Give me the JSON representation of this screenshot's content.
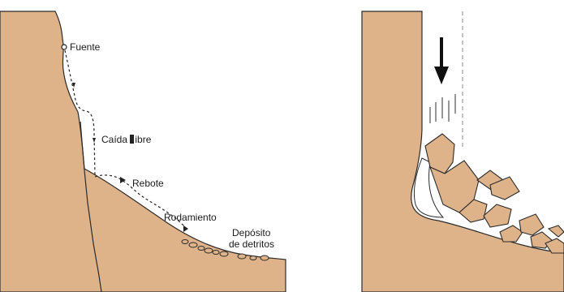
{
  "colors": {
    "rock": "#dfb38a",
    "rock_light": "#e6be97",
    "outline": "#2b2b2b",
    "path": "#222222",
    "background": "#ffffff"
  },
  "labels": {
    "source": "Fuente",
    "free_fall_prefix": "Caída ",
    "free_fall_suffix": "ibre",
    "bounce": "Rebote",
    "rolling": "Rodamiento",
    "deposit_line1": "Depósito",
    "deposit_line2": "de detritos"
  },
  "icons": {
    "fall_direction": "arrow-down-icon",
    "source_point": "circle-marker-icon",
    "path_arrows": "triangle-arrow-icon"
  }
}
